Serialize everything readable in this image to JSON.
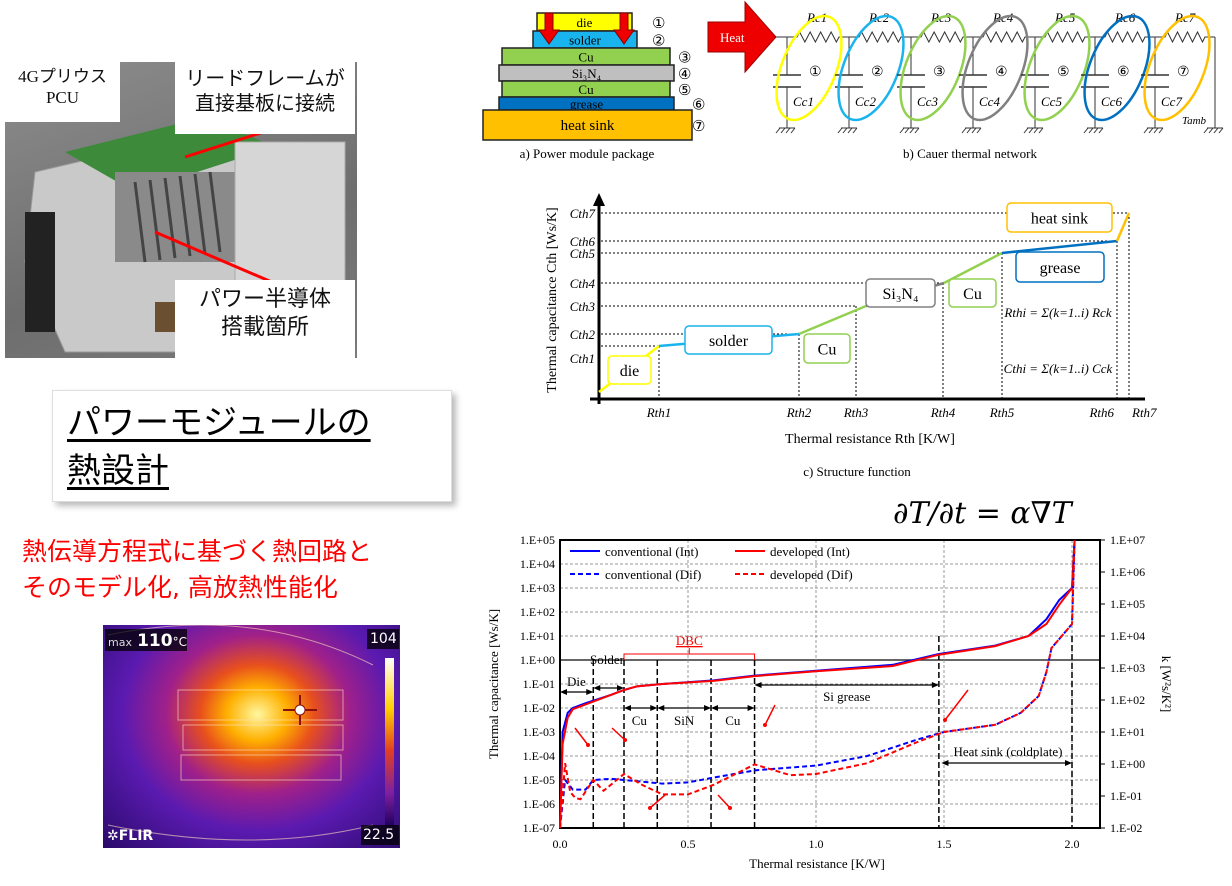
{
  "photo": {
    "model_label": [
      "4Gプリウス",
      "PCU"
    ],
    "lead_frame_label": [
      "リードフレームが",
      "直接基板に接続"
    ],
    "semiconductor_label": [
      "パワー半導体",
      "搭載箇所"
    ]
  },
  "title": [
    "パワーモジュールの",
    "熱設計"
  ],
  "subtitle": [
    "熱伝導方程式に基づく熱回路と",
    "そのモデル化, 高放熱性能化"
  ],
  "thermal_image": {
    "max_prefix": "max",
    "max_value": "110",
    "max_unit": "°C",
    "scale_top": "104",
    "scale_bottom": "22.5",
    "brand": "FLIR"
  },
  "package": {
    "caption": "a) Power module package",
    "layers": [
      {
        "name": "die",
        "num": "①",
        "color": "#ffff00"
      },
      {
        "name": "solder",
        "num": "②",
        "color": "#19b4ee"
      },
      {
        "name": "Cu",
        "num": "③",
        "color": "#92d050"
      },
      {
        "name": "Si3N4",
        "num": "④",
        "color": "#bfbfbf"
      },
      {
        "name": "Cu",
        "num": "⑤",
        "color": "#92d050"
      },
      {
        "name": "grease",
        "num": "⑥",
        "color": "#0070c0"
      },
      {
        "name": "heat sink",
        "num": "⑦",
        "color": "#ffc000"
      }
    ]
  },
  "cauer": {
    "caption": "b) Cauer thermal network",
    "heat_label": "Heat",
    "resistors": [
      "Rc1",
      "Rc2",
      "Rc3",
      "Rc4",
      "Rc5",
      "Rc6",
      "Rc7"
    ],
    "capacitors": [
      "Cc1",
      "Cc2",
      "Cc3",
      "Cc4",
      "Cc5",
      "Cc6",
      "Cc7"
    ],
    "nums": [
      "①",
      "②",
      "③",
      "④",
      "⑤",
      "⑥",
      "⑦"
    ],
    "ring_colors": [
      "#ffff00",
      "#19b4ee",
      "#92d050",
      "#808080",
      "#92d050",
      "#0070c0",
      "#ffc000"
    ],
    "ambient": "Tamb"
  },
  "structure": {
    "caption": "c) Structure function",
    "ylabel": "Thermal capacitance Cth [Ws/K]",
    "xlabel": "Thermal resistance Rth [K/W]",
    "c_ticks": [
      "Cth7",
      "Cth6",
      "Cth5",
      "Cth4",
      "Cth3",
      "Cth2",
      "Cth1"
    ],
    "r_ticks": [
      "Rth1",
      "Rth2",
      "Rth3",
      "Rth4",
      "Rth5",
      "Rth6",
      "Rth7"
    ],
    "boxes": {
      "die": "die",
      "solder": "solder",
      "cu1": "Cu",
      "si3n4": "Si3N4",
      "cu2": "Cu",
      "grease": "grease",
      "heatsink": "heat sink"
    },
    "formula_r": "Rthi = Σ(k=1..i) Rck",
    "formula_c": "Cthi = Σ(k=1..i) Cck"
  },
  "equation": "∂T/∂t = α∇T",
  "chart_data": {
    "type": "line",
    "xlabel": "Thermal resistance [K/W]",
    "ylabel": "Thermal capacitance [Ws/K]",
    "y2label": "k [W²s/K²]",
    "xlim": [
      0,
      2.1
    ],
    "ylim": [
      1e-07,
      100000.0
    ],
    "y2lim": [
      0.01,
      10000000.0
    ],
    "xticks": [
      "0.0",
      "0.5",
      "1.0",
      "1.5",
      "2.0"
    ],
    "yticks": [
      "1.E+05",
      "1.E+04",
      "1.E+03",
      "1.E+02",
      "1.E+01",
      "1.E+00",
      "1.E-01",
      "1.E-02",
      "1.E-03",
      "1.E-04",
      "1.E-05",
      "1.E-06",
      "1.E-07"
    ],
    "y2ticks": [
      "1.E+07",
      "1.E+06",
      "1.E+05",
      "1.E+04",
      "1.E+03",
      "1.E+02",
      "1.E+01",
      "1.E+00",
      "1.E-01",
      "1.E-02"
    ],
    "grid": true,
    "legend_position": "top-left",
    "series": [
      {
        "name": "conventional (Int)",
        "color": "#0000ff",
        "dash": false,
        "x": [
          0,
          0.01,
          0.03,
          0.05,
          0.1,
          0.2,
          0.25,
          0.3,
          0.4,
          0.6,
          0.76,
          1.0,
          1.3,
          1.48,
          1.7,
          1.83,
          1.9,
          1.95,
          2.0,
          2.01
        ],
        "y_log10": [
          -7,
          -3,
          -2.2,
          -2,
          -1.8,
          -1.45,
          -1.25,
          -1.1,
          -1,
          -0.85,
          -0.65,
          -0.45,
          -0.2,
          0.25,
          0.6,
          1,
          1.7,
          2.5,
          3,
          5
        ]
      },
      {
        "name": "developed (Int)",
        "color": "#ff0000",
        "dash": false,
        "x": [
          0,
          0.01,
          0.03,
          0.05,
          0.1,
          0.2,
          0.25,
          0.3,
          0.4,
          0.6,
          0.76,
          1.0,
          1.3,
          1.48,
          1.7,
          1.83,
          1.9,
          1.95,
          2.0,
          2.01
        ],
        "y_log10": [
          -7,
          -3.5,
          -2.4,
          -2.05,
          -1.85,
          -1.45,
          -1.25,
          -1.1,
          -1,
          -0.87,
          -0.67,
          -0.47,
          -0.25,
          0.22,
          0.58,
          1,
          1.5,
          2.3,
          3,
          5
        ]
      },
      {
        "name": "conventional (Dif)",
        "color": "#0000ff",
        "dash": true,
        "x": [
          0,
          0.02,
          0.05,
          0.1,
          0.13,
          0.2,
          0.25,
          0.4,
          0.5,
          0.6,
          0.76,
          1.0,
          1.2,
          1.4,
          1.5,
          1.7,
          1.8,
          1.87,
          1.9,
          1.92,
          1.96,
          2.0,
          2.01
        ],
        "y_log10": [
          -7,
          -5,
          -5.4,
          -5.4,
          -5,
          -4.95,
          -5,
          -5.15,
          -5.1,
          -4.9,
          -4.6,
          -4.4,
          -4,
          -3.3,
          -3,
          -2.7,
          -2.2,
          -1.5,
          -0.5,
          0.5,
          1,
          1.5,
          5
        ]
      },
      {
        "name": "developed (Dif)",
        "color": "#ff0000",
        "dash": true,
        "x": [
          0,
          0.02,
          0.04,
          0.06,
          0.08,
          0.13,
          0.17,
          0.25,
          0.32,
          0.4,
          0.5,
          0.6,
          0.76,
          0.9,
          1.0,
          1.2,
          1.4,
          1.5,
          1.7,
          1.8,
          1.87,
          1.9,
          1.92,
          1.96,
          2.0,
          2.01
        ],
        "y_log10": [
          -7,
          -4.3,
          -5.5,
          -5.75,
          -5.8,
          -5,
          -5.45,
          -4.75,
          -5.2,
          -5.6,
          -5.6,
          -5.2,
          -4.35,
          -4.8,
          -4.75,
          -4.3,
          -3.4,
          -3,
          -2.7,
          -2.2,
          -1.5,
          -0.5,
          0.5,
          1,
          1.5,
          5
        ]
      }
    ],
    "boundaries": [
      0.13,
      0.25,
      0.38,
      0.59,
      0.76,
      1.48,
      2.0
    ],
    "annotations": {
      "die": "Die",
      "solder": "Solder",
      "dbc": "DBC",
      "cu1": "Cu",
      "sin": "SiN",
      "cu2": "Cu",
      "grease": "Si grease",
      "heatsink": "Heat sink (coldplate)"
    }
  }
}
